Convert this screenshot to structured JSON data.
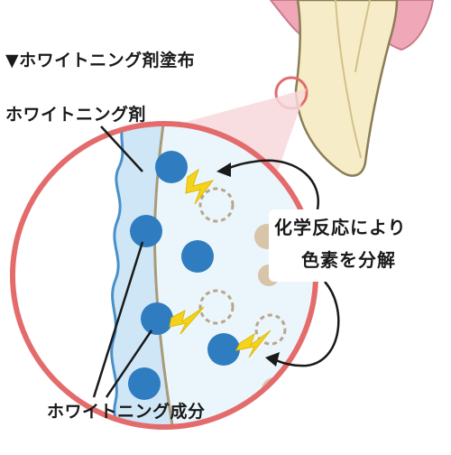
{
  "title": "▼ホワイトニング剤塗布",
  "labels": {
    "whitening_agent": "ホワイトニング剤",
    "whitening_component": "ホワイトニング成分",
    "reaction_line1": "化学反応により",
    "reaction_line2": "色素を分解"
  },
  "colors": {
    "magnifier_ring": "#e46b6b",
    "zoom_beam": "#f7d8dc",
    "agent_layer": "#cfe6f7",
    "agent_edge": "#4a90c8",
    "enamel": "#eaf6fb",
    "enamel_edge": "#a89b7a",
    "component_dot": "#2f7cc0",
    "pigment_dot": "#d8c4a8",
    "pigment_ring": "#b9a58a",
    "spark": "#f5d31c",
    "tooth": "#f6edc8",
    "tooth_edge": "#c8b98a",
    "gum": "#f0a8b8"
  }
}
